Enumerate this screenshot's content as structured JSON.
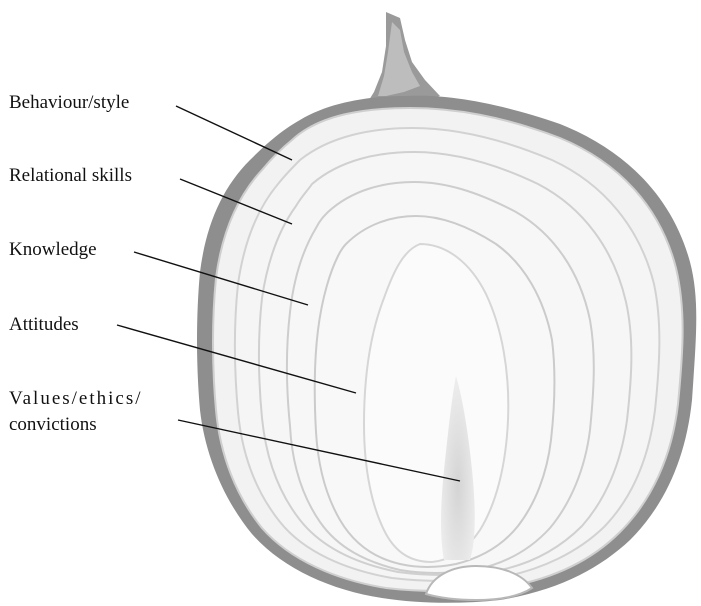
{
  "labels": {
    "behaviour": "Behaviour/style",
    "relational": "Relational skills",
    "knowledge": "Knowledge",
    "attitudes": "Attitudes",
    "values_line1": "Values/ethics/",
    "values_line2": "convictions"
  },
  "colors": {
    "outer_skin": "#8e8e8e",
    "layer_line": "#c9c9c9",
    "flesh": "#f7f7f7",
    "core": "#dcdcdc",
    "leader_line": "#111111"
  }
}
